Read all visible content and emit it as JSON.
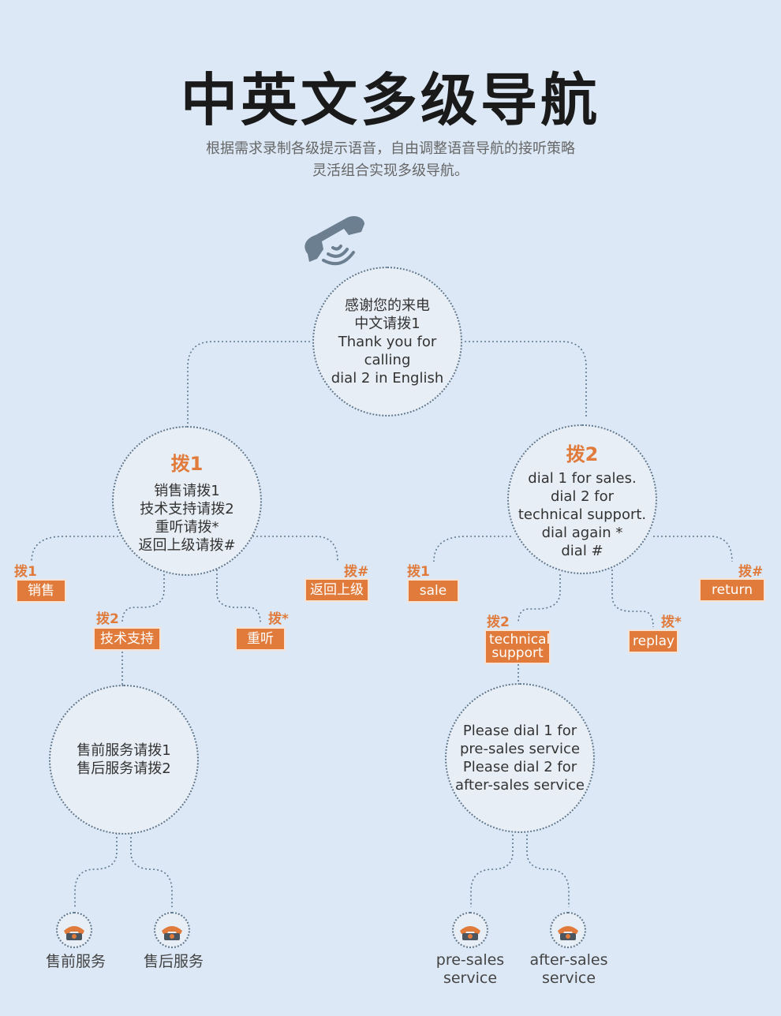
{
  "title": "中英文多级导航",
  "subtitle_line1": "根据需求录制各级提示语音，自由调整语音导航的接听策略",
  "subtitle_line2": "灵活组合实现多级导航。",
  "root": {
    "lines": [
      "感谢您的来电",
      "中文请拨1",
      "Thank you for calling",
      "dial 2 in English"
    ]
  },
  "left": {
    "head": "拨1",
    "lines": [
      "销售请拨1",
      "技术支持请拨2",
      "重听请拨*",
      "返回上级请拨#"
    ],
    "opt1": {
      "dial": "拨1",
      "label": "销售"
    },
    "opt2": {
      "dial": "拨2",
      "label": "技术支持"
    },
    "optStar": {
      "dial": "拨*",
      "label": "重听"
    },
    "optHash": {
      "dial": "拨#",
      "label": "返回上级"
    },
    "sub": {
      "lines": [
        "售前服务请拨1",
        "售后服务请拨2"
      ]
    },
    "leaf1": "售前服务",
    "leaf2": "售后服务"
  },
  "right": {
    "head": "拨2",
    "lines": [
      "dial 1 for sales.",
      "dial 2 for",
      "technical support.",
      "dial again *",
      "dial #"
    ],
    "opt1": {
      "dial": "拨1",
      "label": "sale"
    },
    "opt2": {
      "dial": "拨2",
      "label1": "technical",
      "label2": "support"
    },
    "optStar": {
      "dial": "拨*",
      "label": "replay"
    },
    "optHash": {
      "dial": "拨#",
      "label": "return"
    },
    "sub": {
      "lines": [
        "Please dial 1 for",
        "pre-sales service",
        "Please dial 2 for",
        "after-sales service"
      ]
    },
    "leaf1": [
      "pre-sales",
      "service"
    ],
    "leaf2": [
      "after-sales",
      "service"
    ]
  },
  "colors": {
    "background": "#dce8f5",
    "accent": "#e07b3c",
    "line": "#5f7890",
    "circle_fill": "#e8eef5",
    "phone_icon": "#6b7f90"
  },
  "icons": {
    "main_phone": "telephone-handset-icon",
    "leaf_phone": "desk-telephone-icon"
  }
}
